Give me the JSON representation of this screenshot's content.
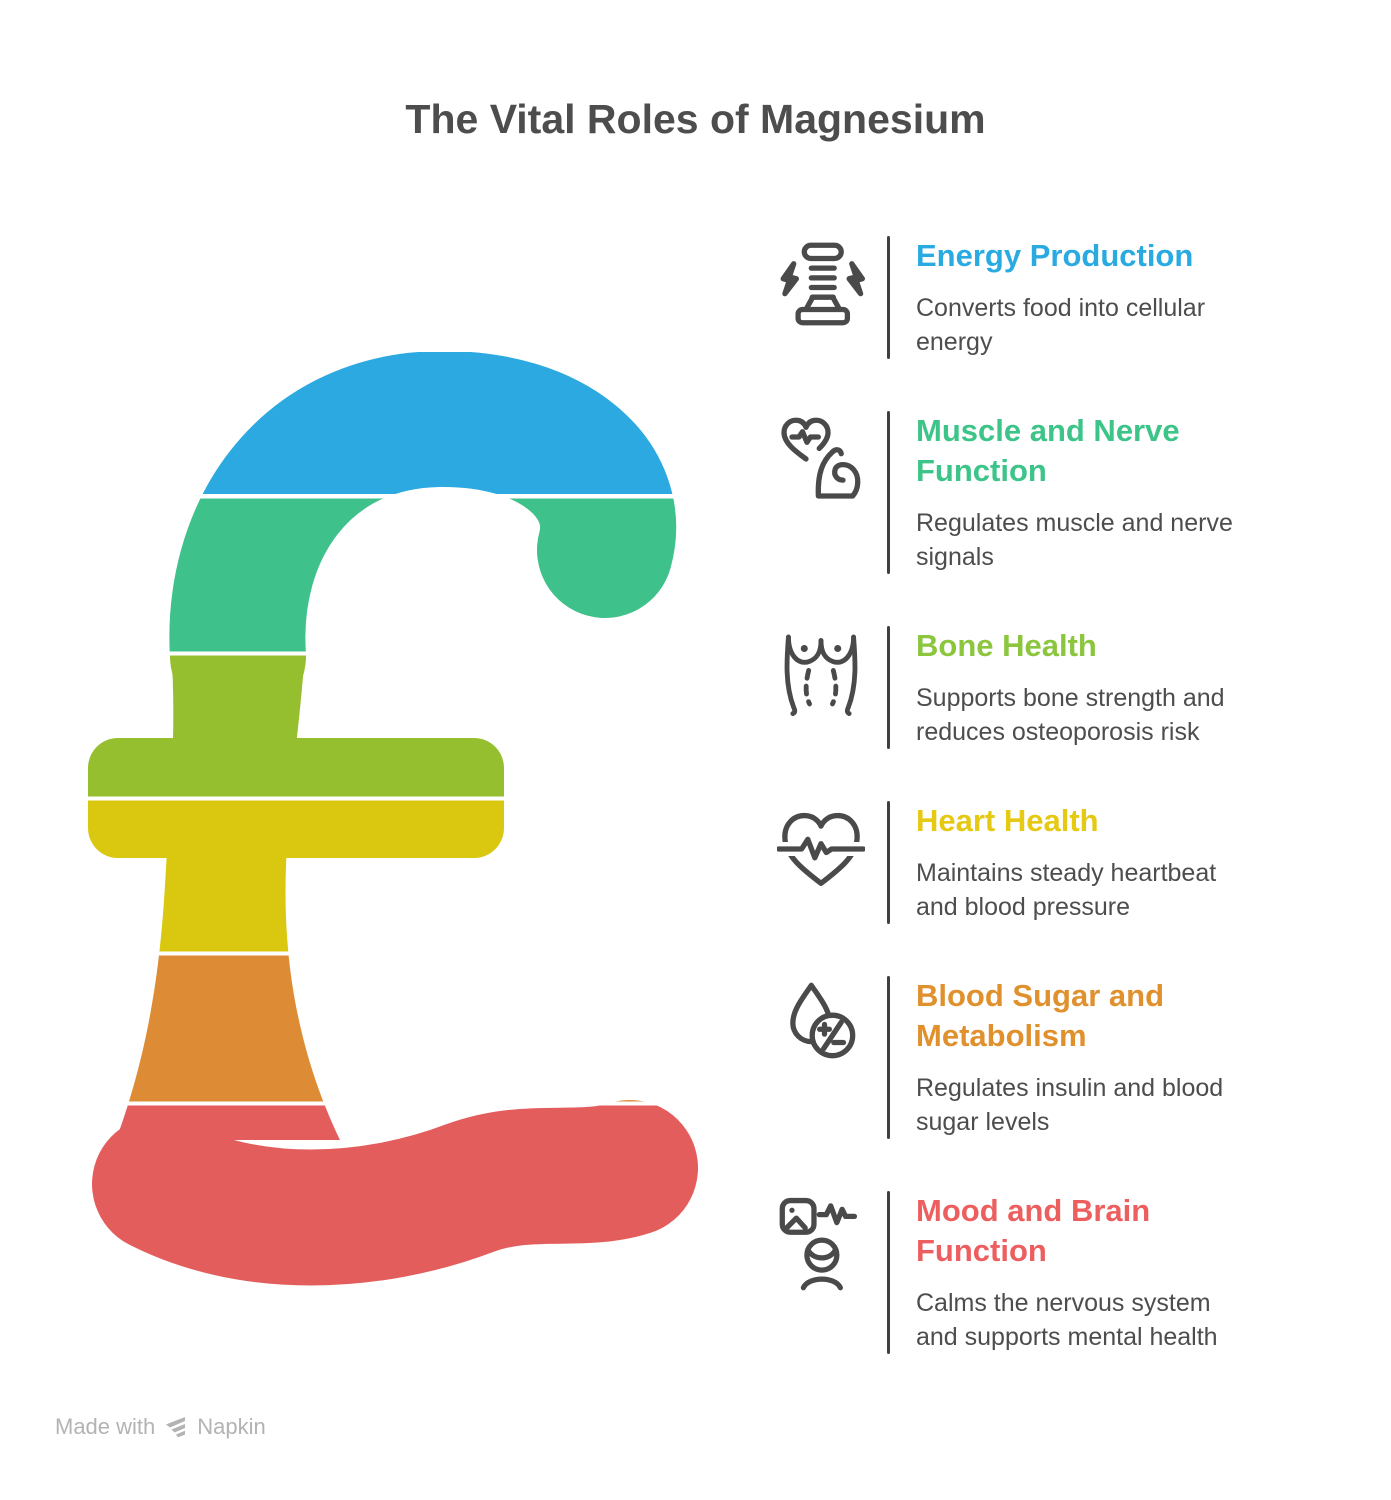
{
  "title": "The Vital Roles of Magnesium",
  "pound_symbol": {
    "character": "£",
    "bands": [
      {
        "role": "energy-production",
        "color": "#2BA9E0"
      },
      {
        "role": "muscle-and-nerve-function",
        "color": "#3FC18C"
      },
      {
        "role": "bone-health",
        "color": "#95BF2F"
      },
      {
        "role": "heart-health",
        "color": "#D9C80F"
      },
      {
        "role": "blood-sugar-and-metabolism",
        "color": "#DD8C35"
      },
      {
        "role": "mood-and-brain-function",
        "color": "#E45D5D"
      }
    ]
  },
  "items": [
    {
      "heading": "Energy Production",
      "description": "Converts food into cellular\nenergy",
      "color": "#29ABE2",
      "icon": "energy-production-icon"
    },
    {
      "heading": "Muscle and Nerve\nFunction",
      "description": "Regulates muscle and nerve\nsignals",
      "color": "#3DC488",
      "icon": "muscle-nerve-icon"
    },
    {
      "heading": "Bone Health",
      "description": "Supports bone strength and\nreduces osteoporosis risk",
      "color": "#8CC63F",
      "icon": "bone-health-icon"
    },
    {
      "heading": "Heart Health",
      "description": "Maintains steady heartbeat\nand blood pressure",
      "color": "#E6C913",
      "icon": "heart-health-icon"
    },
    {
      "heading": "Blood Sugar and\nMetabolism",
      "description": "Regulates insulin and blood\nsugar levels",
      "color": "#E0902D",
      "icon": "blood-sugar-icon"
    },
    {
      "heading": "Mood and Brain\nFunction",
      "description": "Calms the nervous system\nand supports mental health",
      "color": "#ED5F5F",
      "icon": "mood-brain-icon"
    }
  ],
  "footer": {
    "made_with": "Made with",
    "brand": "Napkin"
  }
}
